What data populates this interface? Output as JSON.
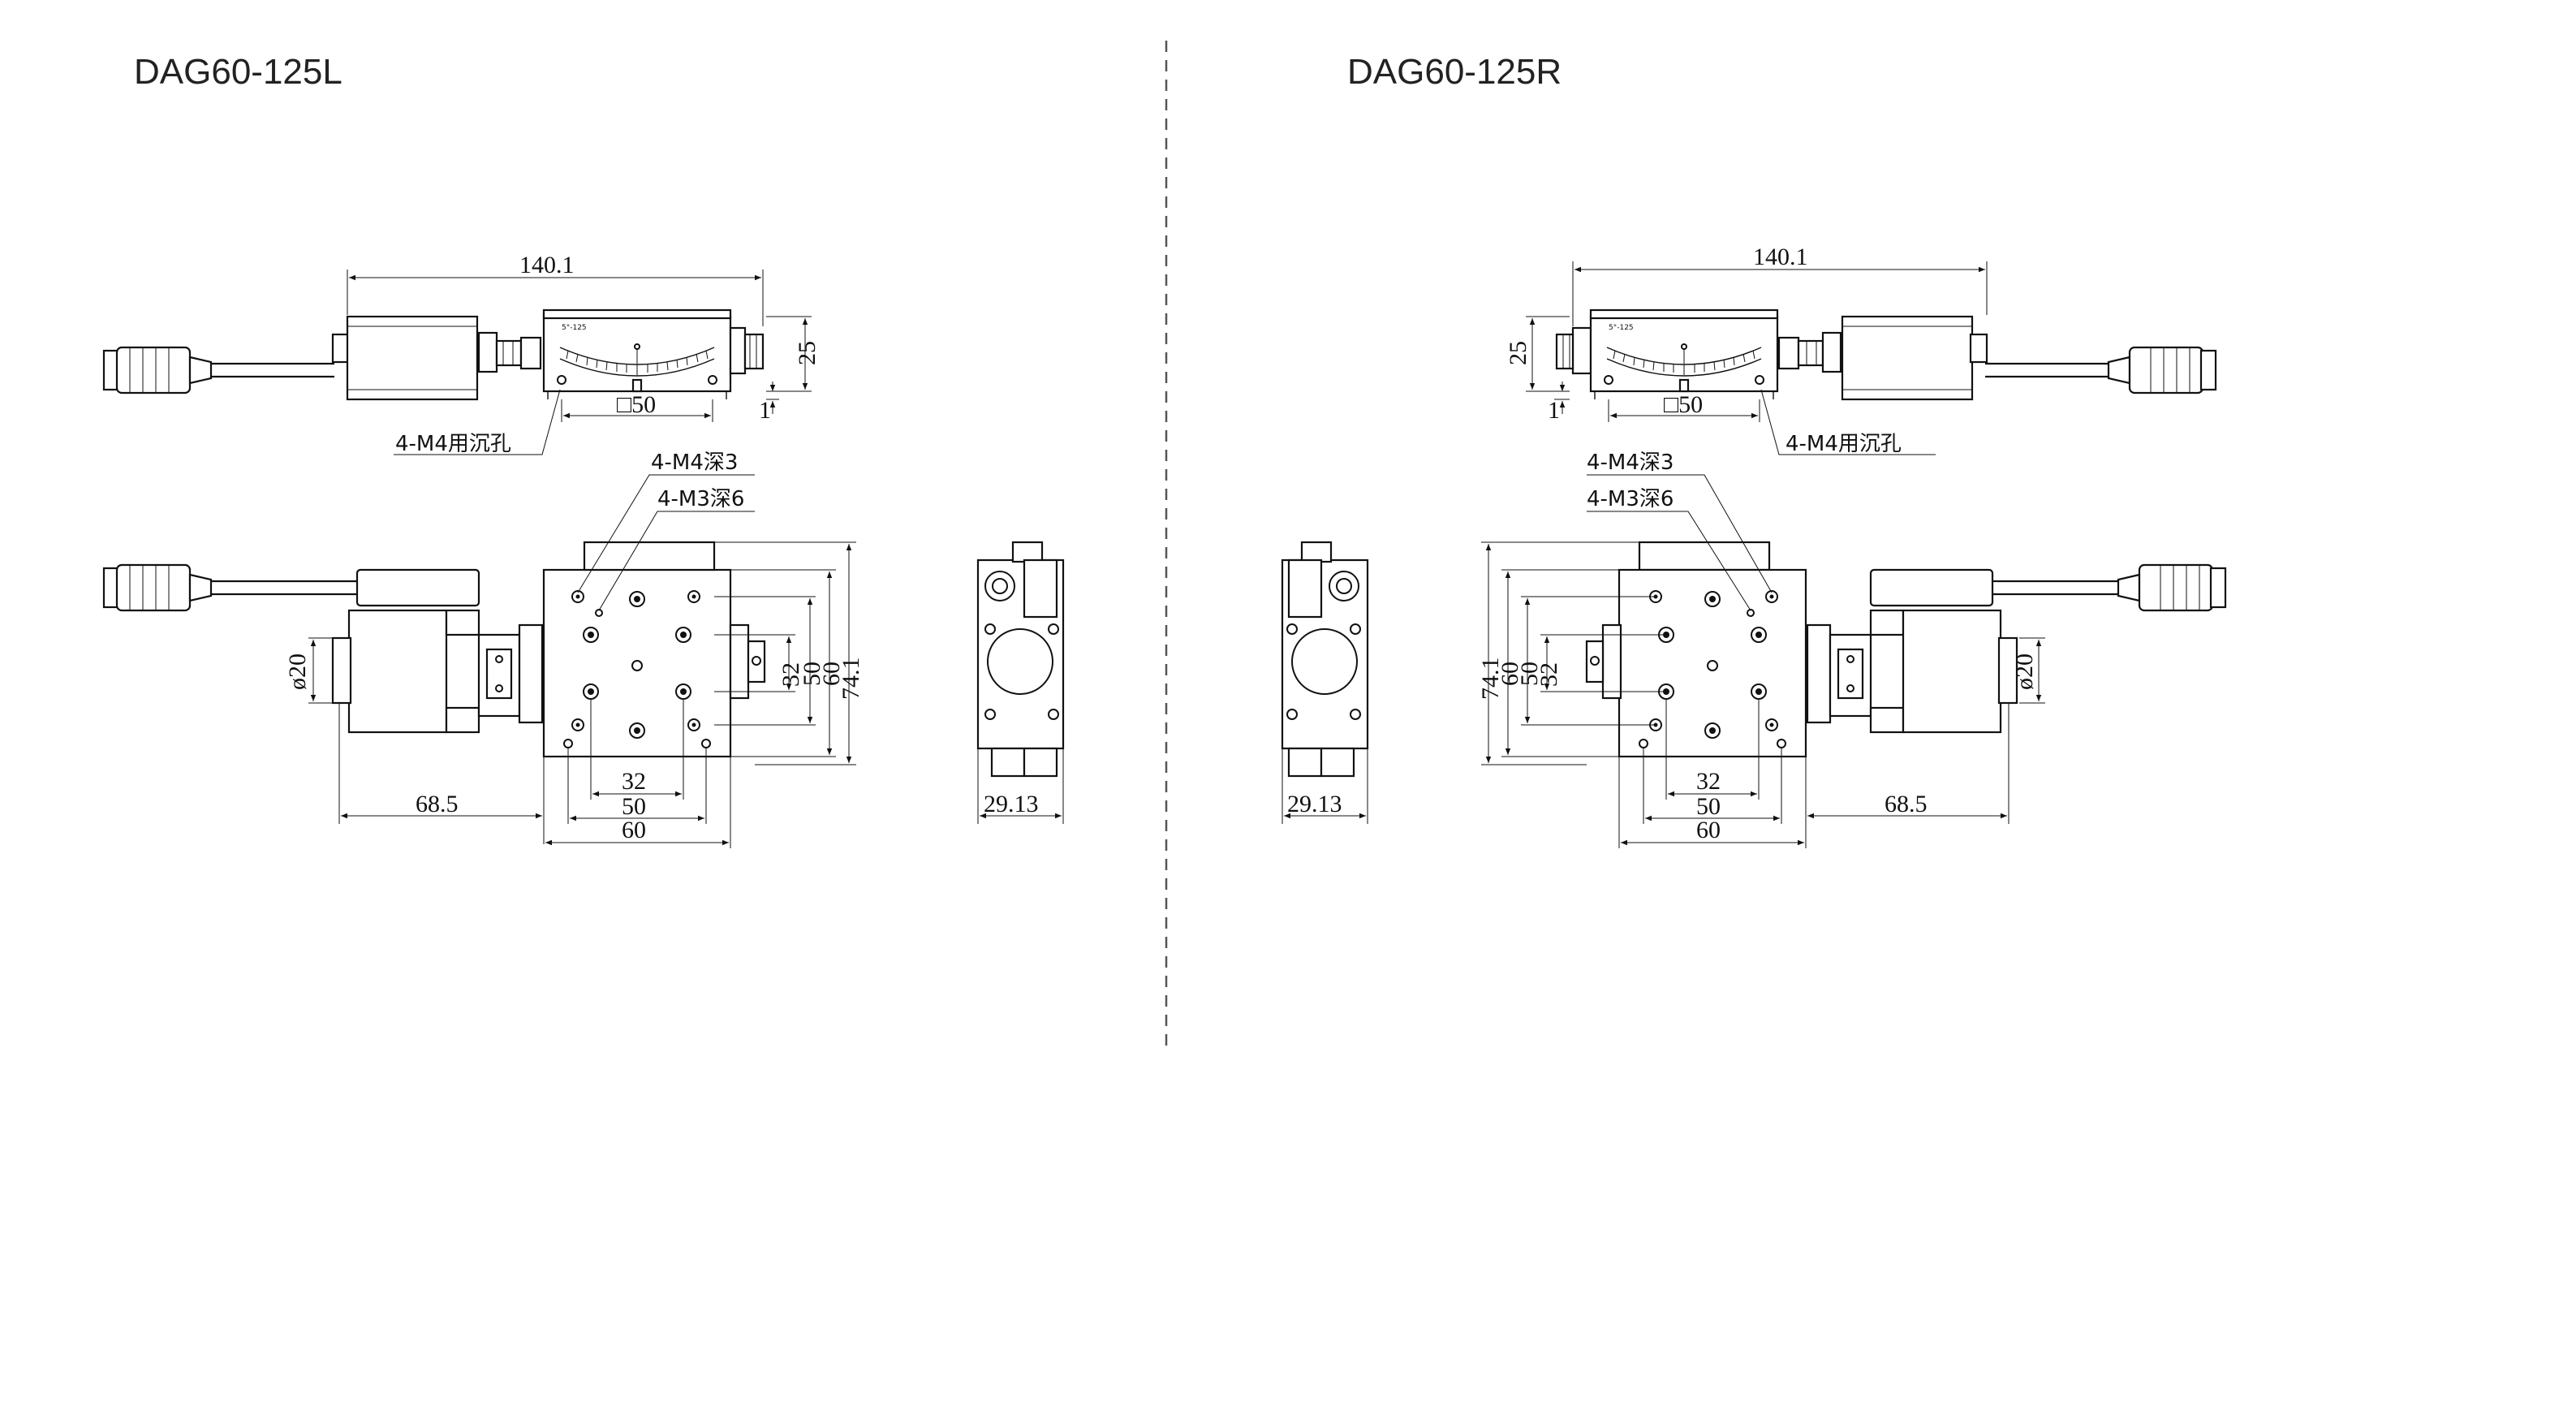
{
  "titles": {
    "left": "DAG60-125L",
    "right": "DAG60-125R"
  },
  "dimensions": {
    "overall_length": "140.1",
    "height": "25",
    "thickness_offset": "1",
    "square_table": "□50",
    "motor_diameter": "ø20",
    "motor_extension": "68.5",
    "hole_spacing_inner": "32",
    "hole_spacing_mid": "50",
    "table_width": "60",
    "total_depth": "74.1",
    "side_width": "29.13"
  },
  "notes": {
    "mount_holes": "4-M4用沉孔",
    "tap_m4": "4-M4深3",
    "tap_m3": "4-M3深6"
  },
  "scale_label": "5°-125"
}
